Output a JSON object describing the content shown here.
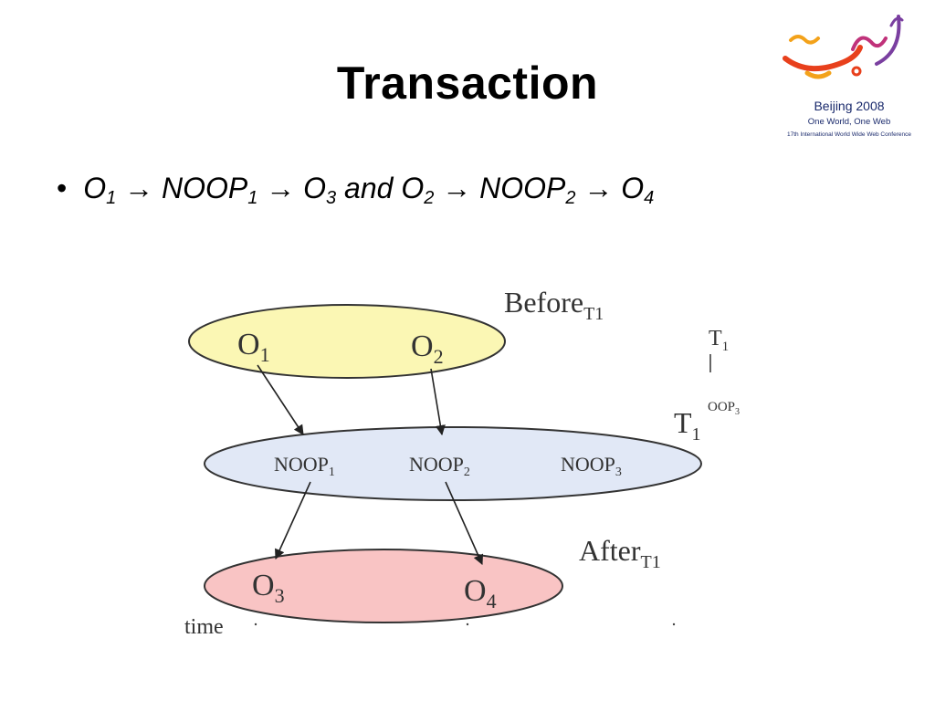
{
  "slide": {
    "title": "Transaction"
  },
  "logo": {
    "line1": "Beijing 2008",
    "line2": "One World, One Web",
    "line3": "17th International World Wide Web Conference"
  },
  "bullet": {
    "marker": "•",
    "parts": [
      {
        "text": "O",
        "sub": "1"
      },
      {
        "text": " → NOOP",
        "sub": "1"
      },
      {
        "text": " → O",
        "sub": "3"
      },
      {
        "text": " and O",
        "sub": "2"
      },
      {
        "text": " → NOOP",
        "sub": "2"
      },
      {
        "text": " → O",
        "sub": "4"
      }
    ]
  },
  "diagram": {
    "states": {
      "before": {
        "label": "Before",
        "sub": "T1",
        "fill": "#fbf7b4"
      },
      "t1": {
        "label": "T",
        "sub": "1",
        "fill": "#e1e8f6"
      },
      "after": {
        "label": "After",
        "sub": "T1",
        "fill": "#f9c4c4"
      }
    },
    "nodes": {
      "o1": {
        "label": "O",
        "sub": "1"
      },
      "o2": {
        "label": "O",
        "sub": "2"
      },
      "noop1": {
        "label": "NOOP",
        "sub": "1"
      },
      "noop2": {
        "label": "NOOP",
        "sub": "2"
      },
      "noop3": {
        "label": "NOOP",
        "sub": "3"
      },
      "o3": {
        "label": "O",
        "sub": "3"
      },
      "o4": {
        "label": "O",
        "sub": "4"
      }
    },
    "cropped_fragments": {
      "t1_fragment": "T",
      "t1_fragment_sub": "1",
      "noop_fragment": "OOP",
      "noop_fragment_sub": "3",
      "time_fragment": "time"
    },
    "edges": [
      {
        "from": "O1",
        "to": "NOOP1"
      },
      {
        "from": "O2",
        "to": "NOOP2"
      },
      {
        "from": "NOOP1",
        "to": "O3"
      },
      {
        "from": "NOOP2",
        "to": "O4"
      }
    ]
  }
}
